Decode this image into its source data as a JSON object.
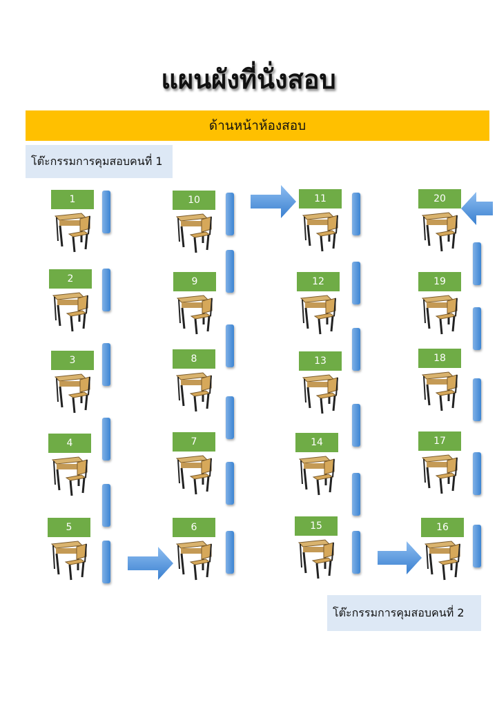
{
  "title": "แผนผังที่นั่งสอบ",
  "front_label": "ด้านหน้าห้องสอบ",
  "proctor_desks": [
    "โต๊ะกรรมการคุมสอบคนที่ 1",
    "โต๊ะกรรมการคุมสอบคนที่ 2"
  ],
  "seats": [
    "1",
    "2",
    "3",
    "4",
    "5",
    "6",
    "7",
    "8",
    "9",
    "10",
    "11",
    "12",
    "13",
    "14",
    "15",
    "16",
    "17",
    "18",
    "19",
    "20"
  ],
  "colors": {
    "banner": "#ffc000",
    "seat_label": "#6fac46",
    "proctor_box": "#dde8f5",
    "aisle": "#4a8fd8"
  }
}
